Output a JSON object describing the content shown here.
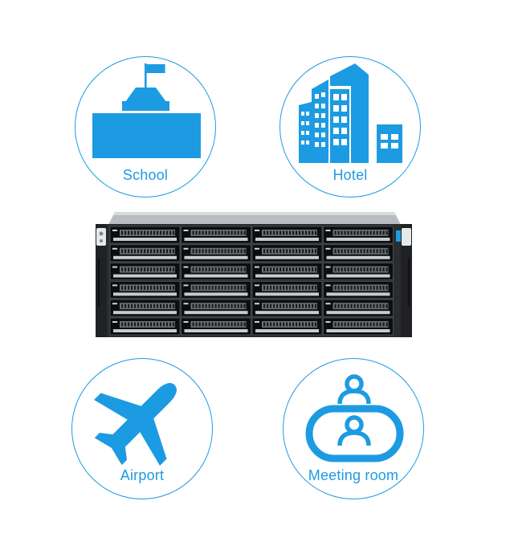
{
  "colors": {
    "accent": "#1d9be2",
    "chassis": "#2a2c30",
    "bay": "#0c0d0f"
  },
  "scenarios": [
    {
      "label": "School",
      "icon": "school-icon"
    },
    {
      "label": "Hotel",
      "icon": "hotel-icon"
    },
    {
      "label": "Airport",
      "icon": "airplane-icon"
    },
    {
      "label": "Meeting room",
      "icon": "meeting-room-icon"
    }
  ],
  "device": {
    "icon": "rackmount-nas-server",
    "drive_bays": 24
  }
}
